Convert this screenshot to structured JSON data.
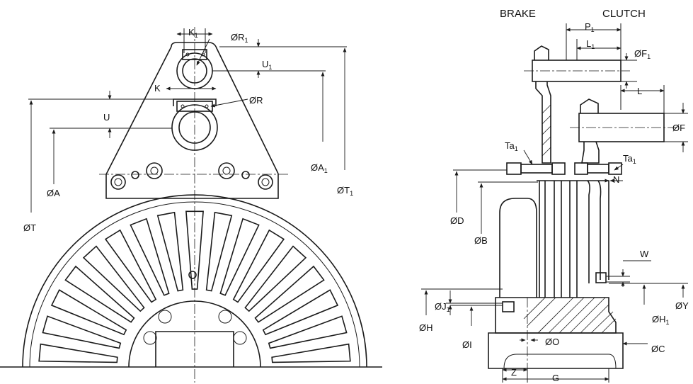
{
  "headers": {
    "brake": "BRAKE",
    "clutch": "CLUTCH"
  },
  "labels": {
    "K1": {
      "main": "K",
      "sub": "1"
    },
    "R1": {
      "main": "ØR",
      "sub": "1"
    },
    "U1": {
      "main": "U",
      "sub": "1"
    },
    "K": {
      "main": "K",
      "sub": ""
    },
    "R": {
      "main": "ØR",
      "sub": ""
    },
    "U": {
      "main": "U",
      "sub": ""
    },
    "A": {
      "main": "ØA",
      "sub": ""
    },
    "A1": {
      "main": "ØA",
      "sub": "1"
    },
    "T": {
      "main": "ØT",
      "sub": ""
    },
    "T1": {
      "main": "ØT",
      "sub": "1"
    },
    "P1": {
      "main": "P",
      "sub": "1"
    },
    "L1": {
      "main": "L",
      "sub": "1"
    },
    "F1": {
      "main": "ØF",
      "sub": "1"
    },
    "L": {
      "main": "L",
      "sub": ""
    },
    "F": {
      "main": "ØF",
      "sub": ""
    },
    "Ta1_left": {
      "main": "Ta",
      "sub": "1"
    },
    "Ta1_right": {
      "main": "Ta",
      "sub": "1"
    },
    "N": {
      "main": "N",
      "sub": ""
    },
    "D": {
      "main": "ØD",
      "sub": ""
    },
    "B": {
      "main": "ØB",
      "sub": ""
    },
    "W": {
      "main": "W",
      "sub": ""
    },
    "J1": {
      "main": "ØJ",
      "sub": "1"
    },
    "H": {
      "main": "ØH",
      "sub": ""
    },
    "H1": {
      "main": "ØH",
      "sub": "1"
    },
    "Y": {
      "main": "ØY",
      "sub": ""
    },
    "I": {
      "main": "ØI",
      "sub": ""
    },
    "O": {
      "main": "ØO",
      "sub": ""
    },
    "C": {
      "main": "ØC",
      "sub": ""
    },
    "Z": {
      "main": "Z",
      "sub": ""
    },
    "G": {
      "main": "G",
      "sub": ""
    }
  }
}
